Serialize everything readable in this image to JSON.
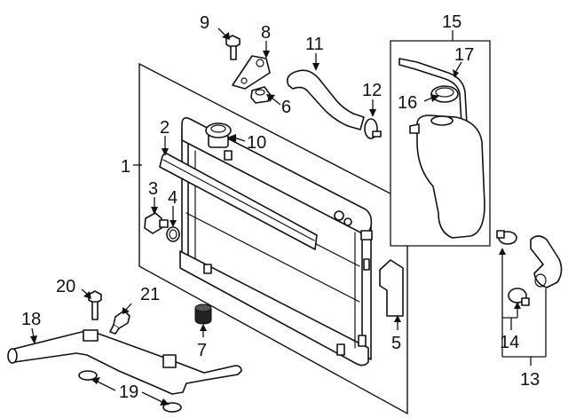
{
  "callouts": [
    {
      "id": "c1",
      "text": "1"
    },
    {
      "id": "c2",
      "text": "2"
    },
    {
      "id": "c3",
      "text": "3"
    },
    {
      "id": "c4",
      "text": "4"
    },
    {
      "id": "c5",
      "text": "5"
    },
    {
      "id": "c6",
      "text": "6"
    },
    {
      "id": "c7",
      "text": "7"
    },
    {
      "id": "c8",
      "text": "8"
    },
    {
      "id": "c9",
      "text": "9"
    },
    {
      "id": "c10",
      "text": "10"
    },
    {
      "id": "c11",
      "text": "11"
    },
    {
      "id": "c12",
      "text": "12"
    },
    {
      "id": "c13",
      "text": "13"
    },
    {
      "id": "c14",
      "text": "14"
    },
    {
      "id": "c15",
      "text": "15"
    },
    {
      "id": "c16",
      "text": "16"
    },
    {
      "id": "c17",
      "text": "17"
    },
    {
      "id": "c18",
      "text": "18"
    },
    {
      "id": "c19",
      "text": "19"
    },
    {
      "id": "c20",
      "text": "20"
    },
    {
      "id": "c21",
      "text": "21"
    }
  ],
  "colors": {
    "line": "#111111",
    "background": "#ffffff"
  }
}
